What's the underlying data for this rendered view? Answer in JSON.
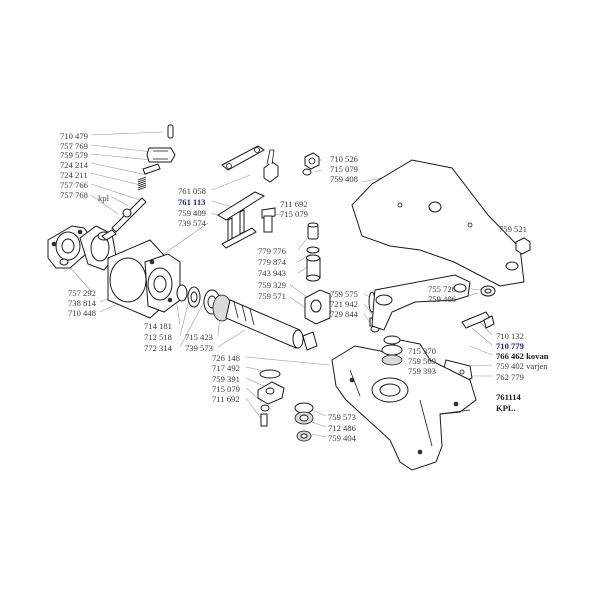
{
  "labels": {
    "l710479": "710 479",
    "l757769": "757 769",
    "l759579": "759 579",
    "l724214": "724 214",
    "l724211": "724 211",
    "l757766": "757 766",
    "l757768": "757 768",
    "kpl": "kpl",
    "l757292": "757 292",
    "l738814": "738 814",
    "l710448": "710 448",
    "l761058": "761 058",
    "l761113": "761 113",
    "l759409": "759 409",
    "l739574": "739 574",
    "l710526": "710 526",
    "l715079a": "715 079",
    "l759408": "759 408",
    "l711692a": "711 692",
    "l715079b": "715 079",
    "l779776": "779 776",
    "l779874": "779 874",
    "l743943": "743 943",
    "l759329": "759 329",
    "l759571": "759 571",
    "l759575": "759 575",
    "l721942": "721 942",
    "l729844": "729 844",
    "l759521": "759 521",
    "l755726": "755 726",
    "l759406": "759 406",
    "l714181": "714 181",
    "l712518": "712 518",
    "l772314": "772 314",
    "l715423": "715 423",
    "l739573": "739 573",
    "l710132": "710 132",
    "l710779": "710 779",
    "l766462": "766 462 kovan",
    "l759402": "759 402 varjen",
    "l762779": "762 779",
    "l715370": "715 370",
    "l759569": "759 569",
    "l759393": "759 393",
    "l726148": "726 148",
    "l717492": "717 492",
    "l759391": "759 391",
    "l715079c": "715 079",
    "l711692b": "711 692",
    "l759573": "759 573",
    "l712486": "712 486",
    "l759404": "759 404",
    "l761114": "761114",
    "kplDot": "KPL."
  }
}
